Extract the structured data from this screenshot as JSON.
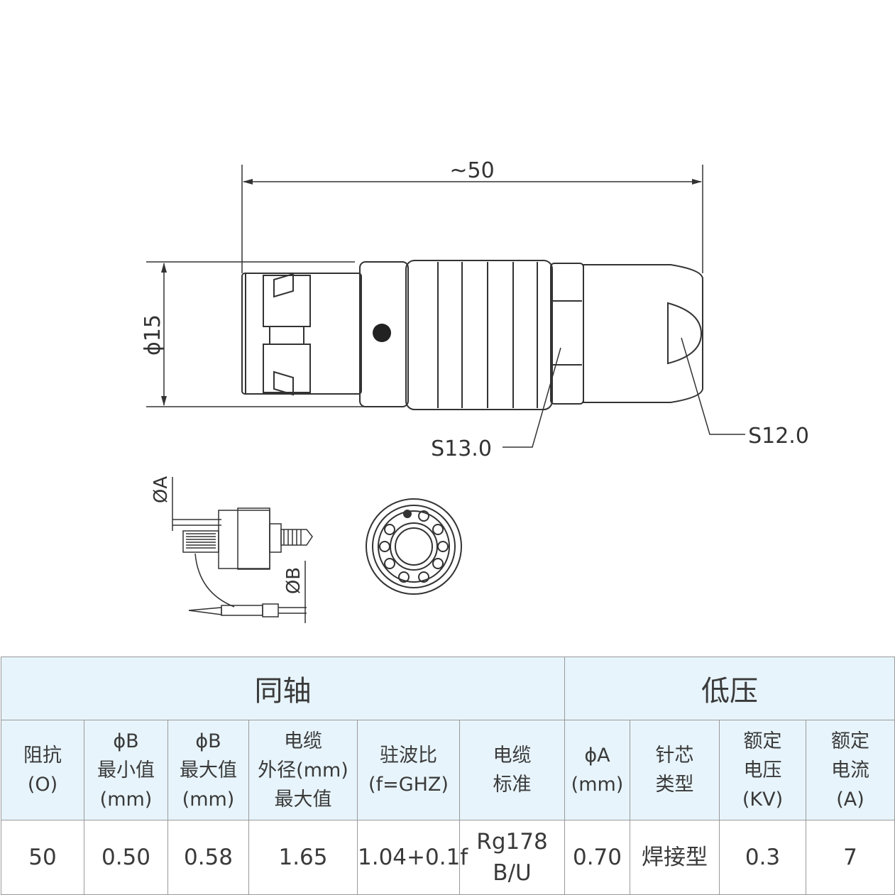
{
  "drawing": {
    "overall_length": "~50",
    "diameter": "ϕ15",
    "hex_size": "S13.0",
    "nut_size": "S12.0",
    "phi_a_label": "ØA",
    "phi_b_label": "ØB"
  },
  "table": {
    "group_headers": [
      "同轴",
      "低压"
    ],
    "columns": [
      {
        "lines": [
          "阻抗",
          "(O)"
        ]
      },
      {
        "lines": [
          "ϕB",
          "最小值",
          "(mm)"
        ]
      },
      {
        "lines": [
          "ϕB",
          "最大值",
          "(mm)"
        ]
      },
      {
        "lines": [
          "电缆",
          "外径(mm)",
          "最大值"
        ]
      },
      {
        "lines": [
          "驻波比",
          "(f=GHZ)"
        ]
      },
      {
        "lines": [
          "电缆",
          "标准"
        ]
      },
      {
        "lines": [
          "ϕA",
          "(mm)"
        ]
      },
      {
        "lines": [
          "针芯",
          "类型"
        ]
      },
      {
        "lines": [
          "额定",
          "电压",
          "(KV)"
        ]
      },
      {
        "lines": [
          "额定",
          "电流",
          "(A)"
        ]
      }
    ],
    "row": [
      {
        "lines": [
          "50"
        ]
      },
      {
        "lines": [
          "0.50"
        ]
      },
      {
        "lines": [
          "0.58"
        ]
      },
      {
        "lines": [
          "1.65"
        ]
      },
      {
        "lines": [
          "1.04+0.1f"
        ]
      },
      {
        "lines": [
          "Rg178",
          "B/U"
        ]
      },
      {
        "lines": [
          "0.70"
        ]
      },
      {
        "lines": [
          "焊接型"
        ]
      },
      {
        "lines": [
          "0.3"
        ]
      },
      {
        "lines": [
          "7"
        ]
      }
    ]
  }
}
